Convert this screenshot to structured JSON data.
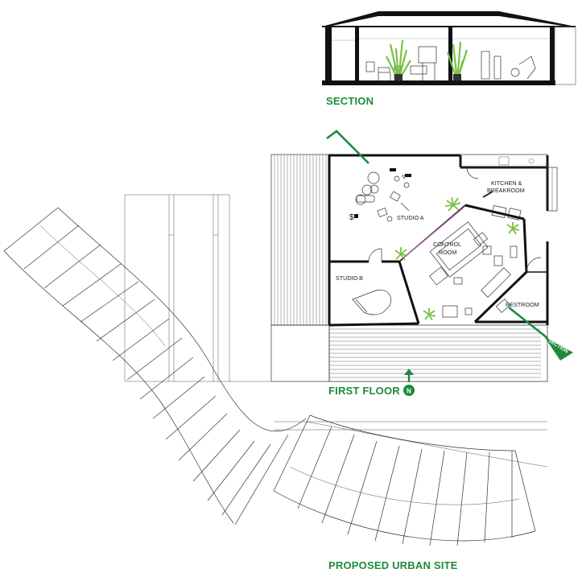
{
  "labels": {
    "section": "SECTION",
    "first_floor": "FIRST FLOOR",
    "north": "N",
    "proposed_site": "PROPOSED URBAN SITE",
    "section_marker": "SECTION"
  },
  "rooms": {
    "studio_a": "STUDIO A",
    "kitchen_line1": "KITCHEN &",
    "kitchen_line2": "BREAKROOM",
    "control_line1": "CONTROL",
    "control_line2": "ROOM",
    "studio_b": "STUDIO B",
    "restroom": "RESTROOM"
  },
  "colors": {
    "accent": "#1f8a3c",
    "plant": "#7ac143",
    "line": "#111111",
    "glass": "#c77dc7"
  }
}
